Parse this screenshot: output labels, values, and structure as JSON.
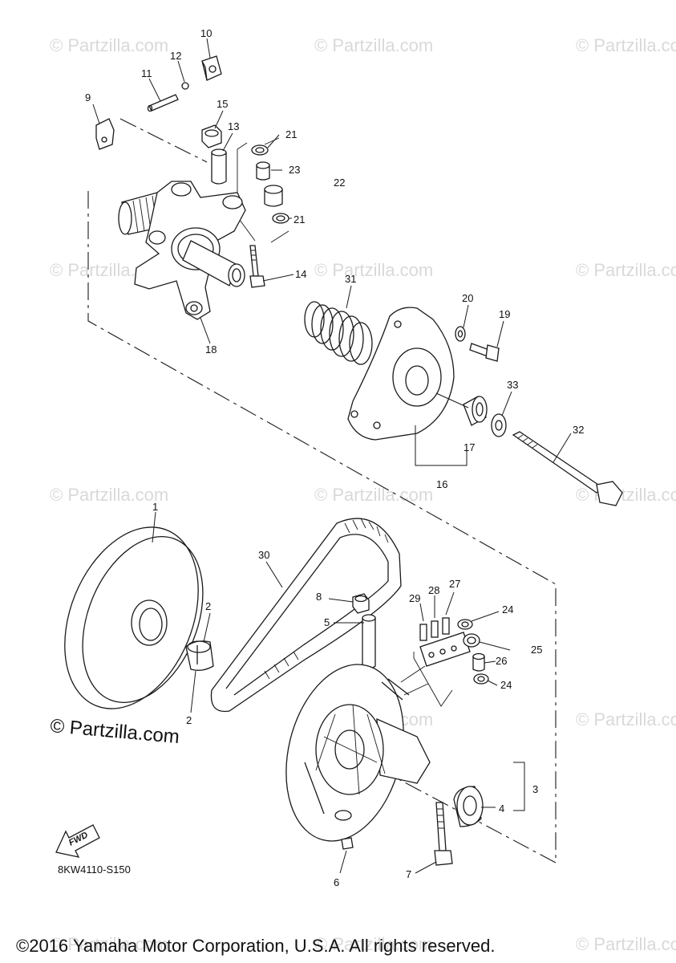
{
  "watermark": "© Partzilla.com",
  "brand_mark": "© Partzilla.com",
  "diagram_code": "8KW4110-S150",
  "fwd_label": "FWD",
  "copyright": "©2016 Yamaha Motor Corporation, U.S.A. All rights reserved.",
  "callouts": [
    "1",
    "2",
    "2",
    "3",
    "4",
    "5",
    "6",
    "7",
    "8",
    "9",
    "10",
    "11",
    "12",
    "13",
    "14",
    "15",
    "16",
    "17",
    "18",
    "19",
    "20",
    "21",
    "21",
    "22",
    "23",
    "24",
    "24",
    "25",
    "26",
    "27",
    "28",
    "29",
    "30",
    "31",
    "32",
    "33"
  ]
}
